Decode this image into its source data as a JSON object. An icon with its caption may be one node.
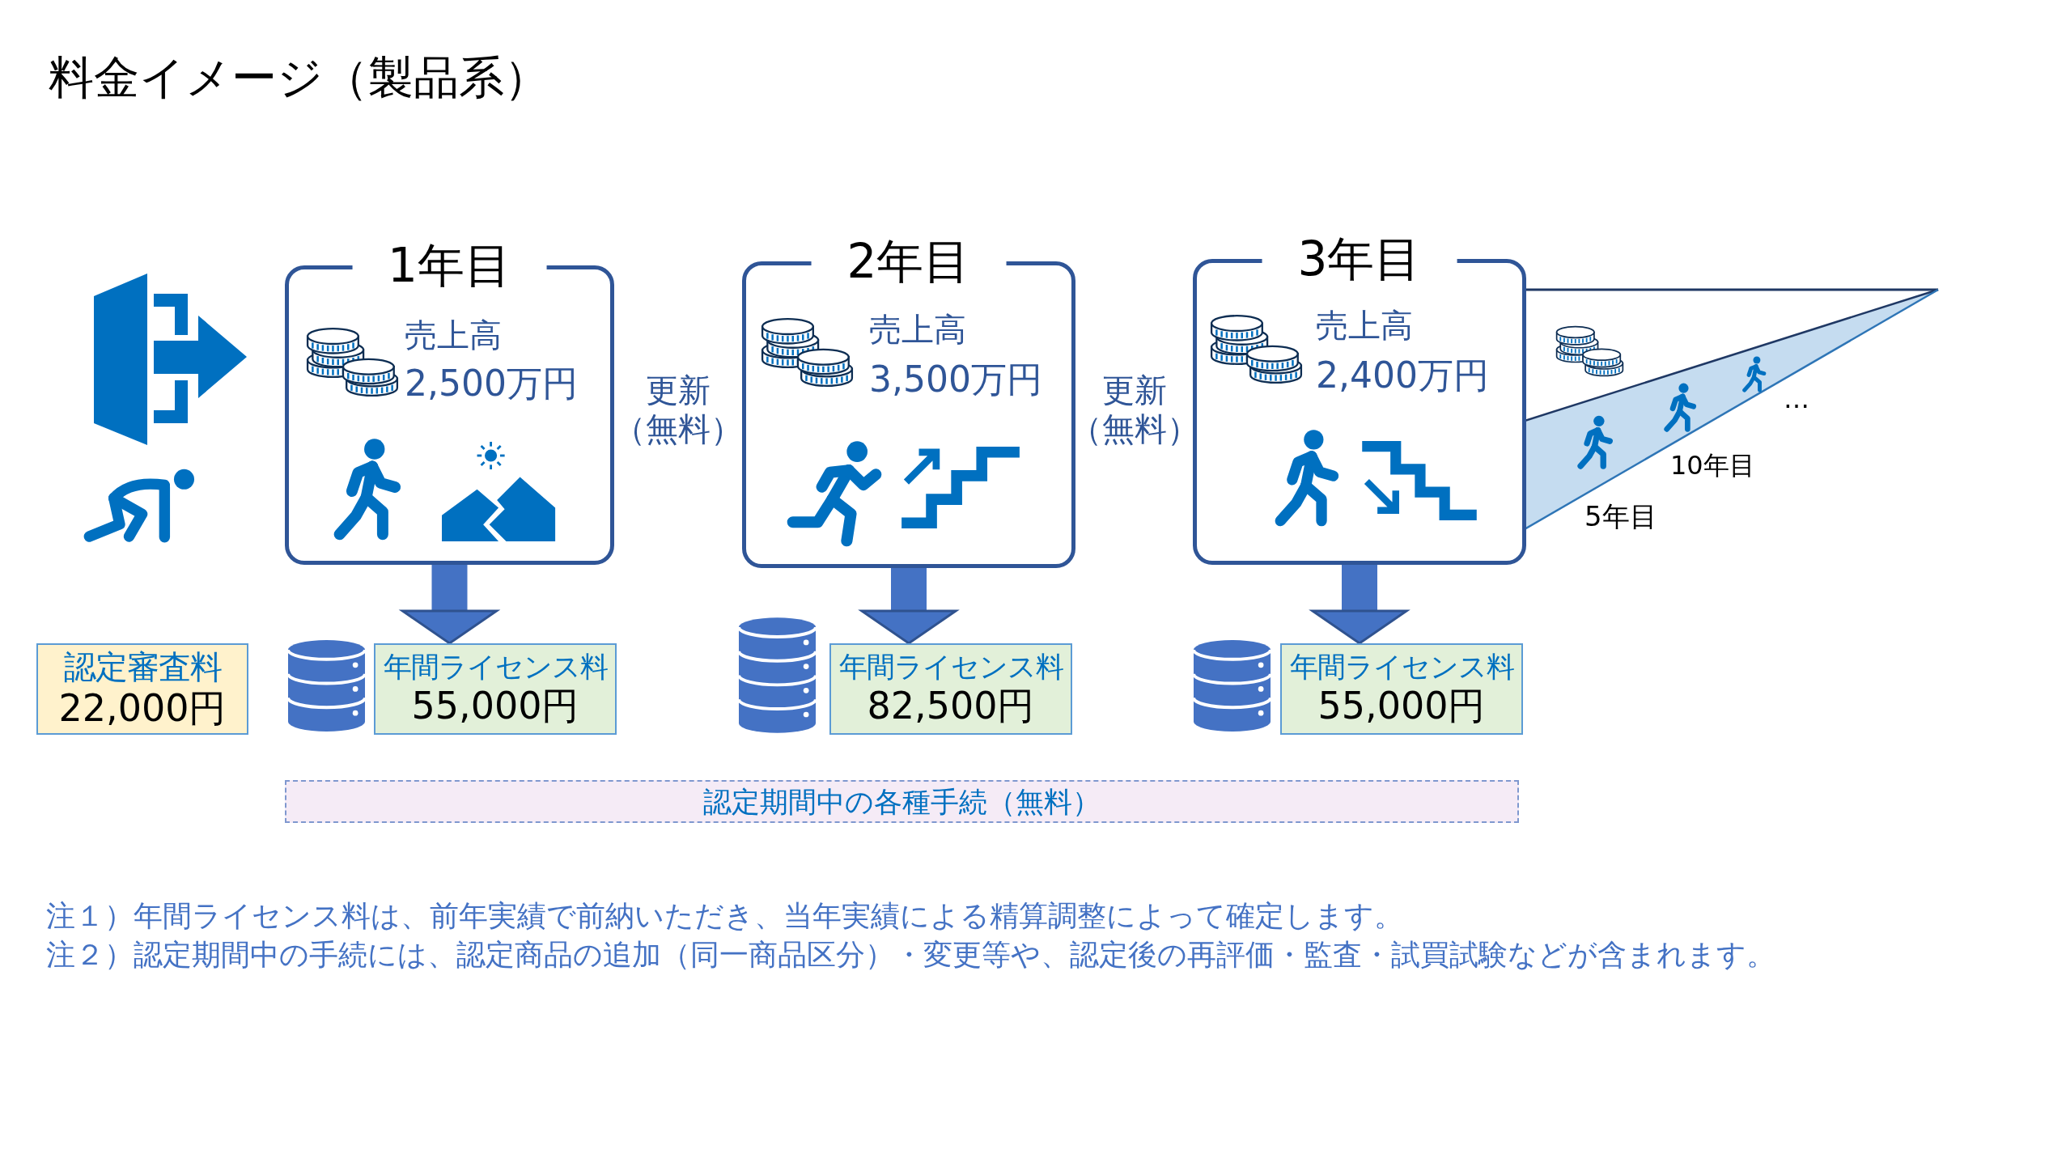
{
  "diagram": {
    "title": "料金イメージ（製品系）",
    "nodes": [
      {
        "text": [
          "1年目",
          "売上高",
          "2,500万円"
        ]
      },
      {
        "text": [
          "2年目",
          "売上高",
          "3,500万円"
        ]
      },
      {
        "text": [
          "3年目",
          "売上高",
          "2,400万円"
        ]
      },
      {
        "text": [
          "認定審査料",
          "22,000円"
        ]
      },
      {
        "text": [
          "年間ライセンス料",
          "55,000円"
        ]
      },
      {
        "text": [
          "年間ライセンス料",
          "82,500円"
        ]
      },
      {
        "text": [
          "年間ライセンス料",
          "55,000円"
        ]
      },
      {
        "text": [
          "認定期間中の各種手続（無料）"
        ]
      }
    ],
    "edges": [
      {
        "from": 0,
        "to": 4,
        "arrow": "to"
      },
      {
        "from": 1,
        "to": 5,
        "arrow": "to"
      },
      {
        "from": 2,
        "to": 6,
        "arrow": "to"
      }
    ],
    "labels": [
      "更新（無料）",
      "更新（無料）",
      "…",
      "10年目",
      "5年目",
      "注１）年間ライセンス料は、前年実績で前納いただき、当年実績による精算調整によって確定します。",
      "注２）認定期間中の手続には、認定商品の追加（同一商品区分）・変更等や、認定後の再評価・監査・試買試験などが含まれます。"
    ]
  }
}
